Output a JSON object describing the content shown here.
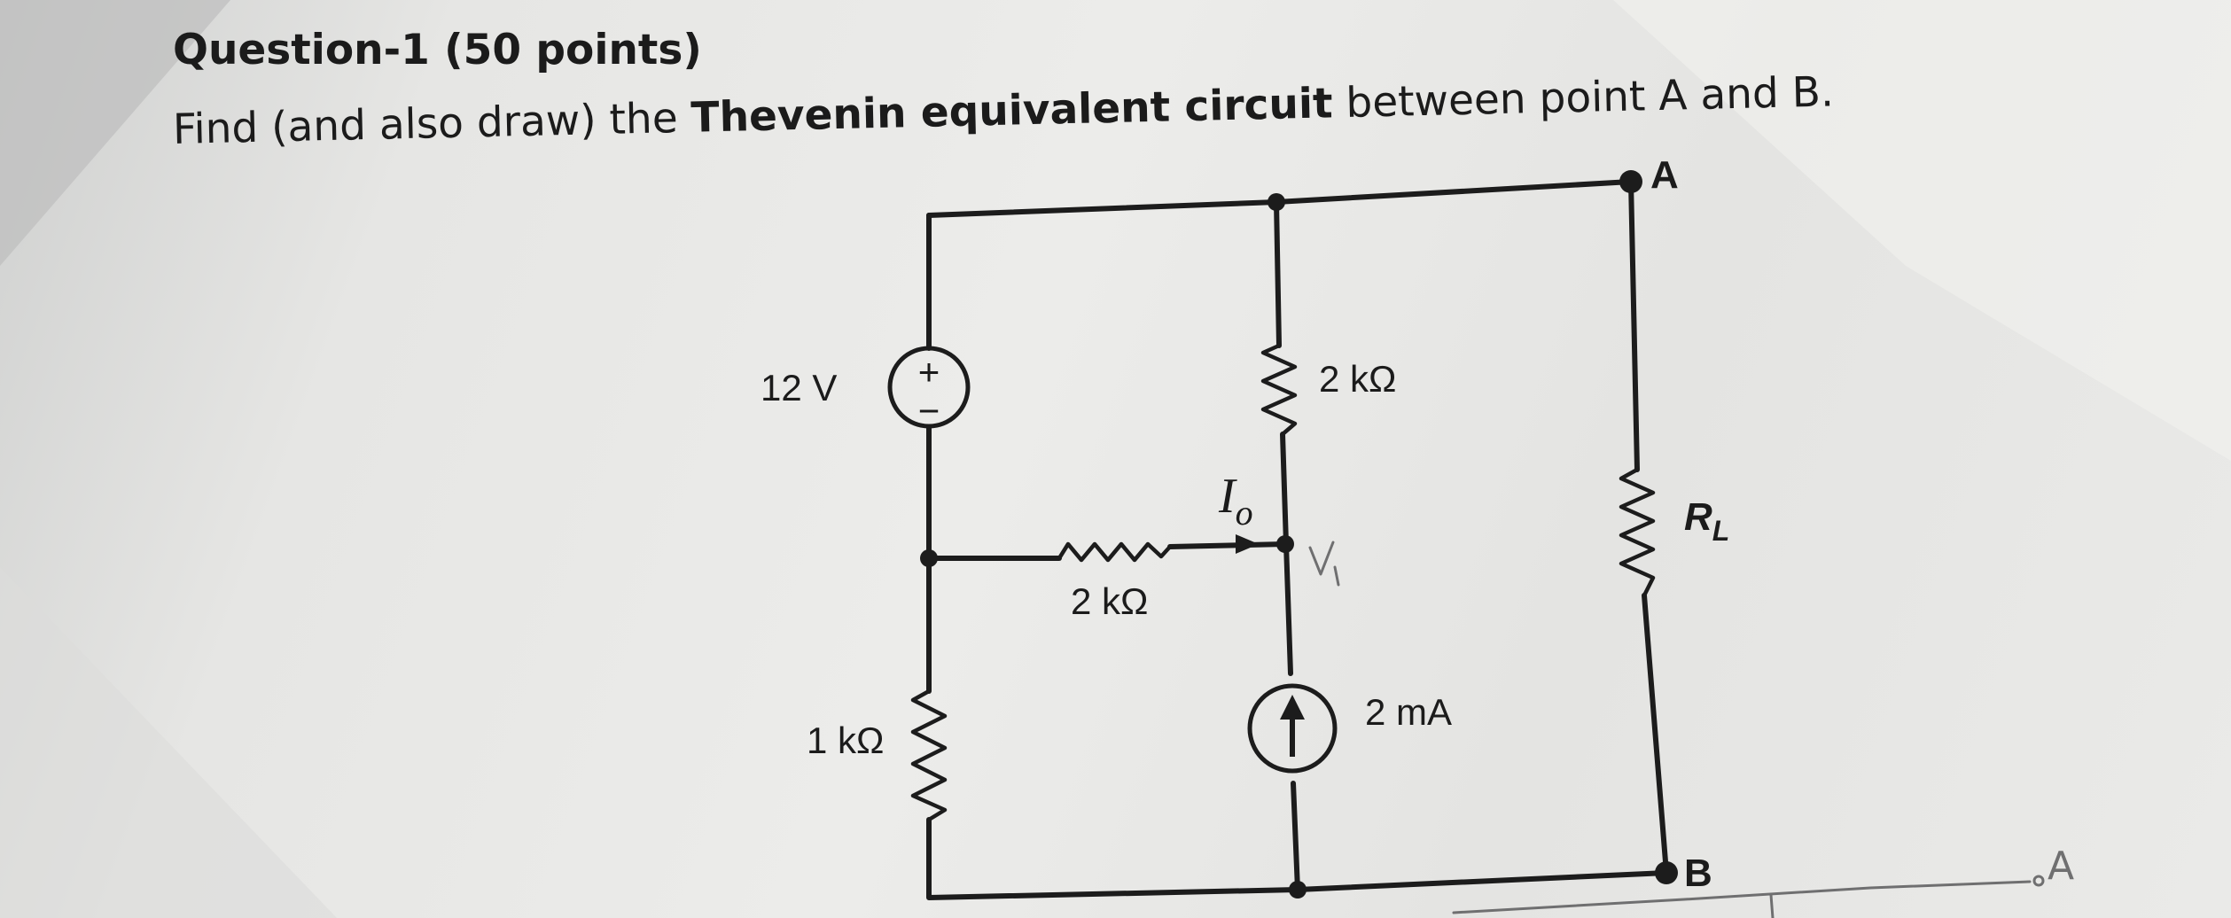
{
  "question": {
    "title": "Question-1 (50 points)",
    "prompt_before": "Find (and also draw) the ",
    "prompt_bold": "Thevenin equivalent circuit",
    "prompt_after": " between point A and B."
  },
  "circuit": {
    "nodes": {
      "a": "A",
      "b": "B"
    },
    "voltage_source": {
      "value": "12 V",
      "plus": "+",
      "minus": "−"
    },
    "resistors": {
      "top_vertical": "2 kΩ",
      "middle_horizontal": "2 kΩ",
      "bottom_left": "1 kΩ",
      "load": "R",
      "load_subscript": "L"
    },
    "current_source": {
      "value": "2 mA"
    },
    "current_label": "I",
    "current_label_subscript": "o"
  },
  "handwriting": {
    "right_note": "A"
  }
}
